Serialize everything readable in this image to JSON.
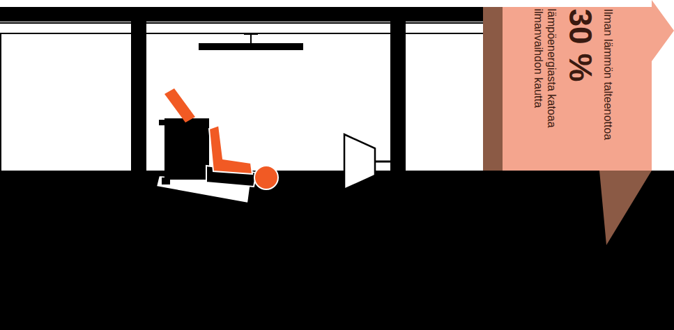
{
  "diagram": {
    "nodes": [
      {
        "text": [
          "Ilman lämmön talteenottoa",
          "30 %",
          "lämpöenergiasta katoaa ilmanvaihdon kautta"
        ]
      }
    ]
  }
}
